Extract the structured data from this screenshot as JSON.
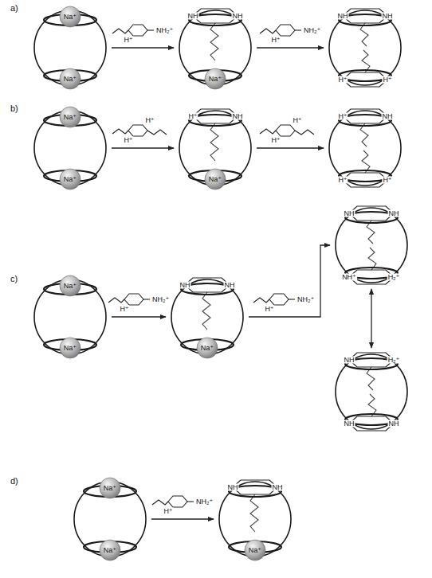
{
  "diagram": {
    "nodes": [
      {
        "text": [
          "Na⁺",
          "Na⁺"
        ]
      },
      {
        "text": [
          "NH",
          "NH",
          "Na⁺"
        ]
      },
      {
        "text": [
          "NH",
          "NH",
          "H⁺",
          "H⁺"
        ]
      },
      {
        "text": [
          "Na⁺",
          "Na⁺"
        ]
      },
      {
        "text": [
          "H⁺",
          "NH",
          "Na⁺"
        ]
      },
      {
        "text": [
          "H⁺",
          "NH",
          "H⁺",
          "H⁺"
        ]
      },
      {
        "text": [
          "Na⁺",
          "Na⁺"
        ]
      },
      {
        "text": [
          "NH",
          "NH",
          "Na⁺"
        ]
      },
      {
        "text": [
          "NH",
          "NH",
          "NH⁺",
          "H₂⁺"
        ]
      },
      {
        "text": [
          "NH",
          "H₂⁺",
          "NH",
          "NH"
        ]
      },
      {
        "text": [
          "Na⁺",
          "Na⁺"
        ]
      },
      {
        "text": [
          "NH",
          "NH",
          "Na⁺"
        ]
      }
    ],
    "edges": [
      {
        "from": 0,
        "to": 1,
        "arrow": "to"
      },
      {
        "from": 1,
        "to": 2,
        "arrow": "to"
      },
      {
        "from": 3,
        "to": 4,
        "arrow": "to"
      },
      {
        "from": 4,
        "to": 5,
        "arrow": "to"
      },
      {
        "from": 6,
        "to": 7,
        "arrow": "to"
      },
      {
        "from": 7,
        "to": 8,
        "arrow": "to"
      },
      {
        "from": 8,
        "to": 9,
        "arrow": "both"
      },
      {
        "from": 10,
        "to": 11,
        "arrow": "to"
      }
    ],
    "labels": [
      "a)",
      "b)",
      "c)",
      "d)",
      "NH₂⁺",
      "H⁺",
      "NH₂⁺",
      "H⁺",
      "H⁺",
      "H⁺",
      "H⁺",
      "H⁺",
      "NH₂⁺",
      "H⁺",
      "NH₂⁺",
      "H⁺",
      "NH₂⁺",
      "H⁺"
    ]
  }
}
